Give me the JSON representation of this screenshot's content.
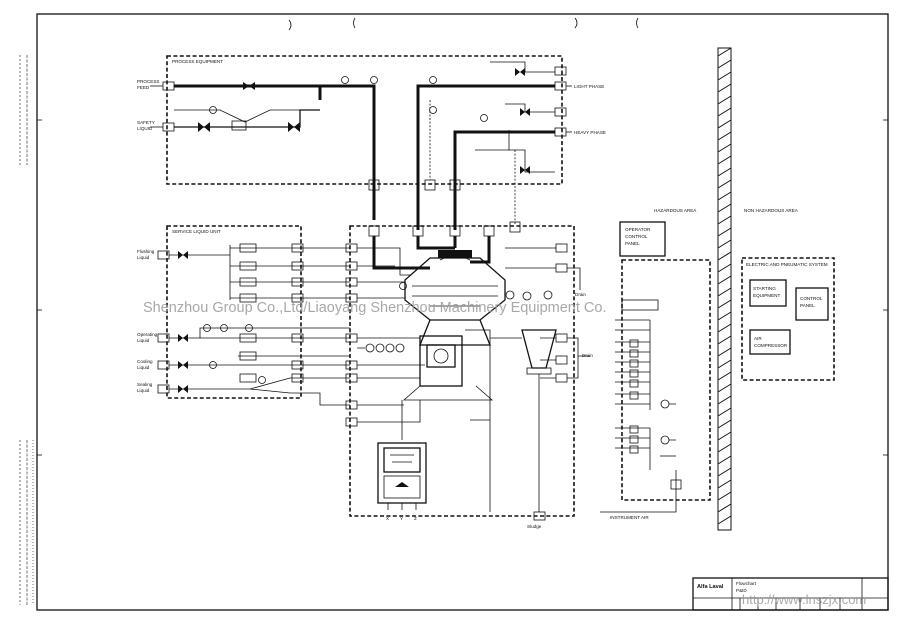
{
  "diagram": {
    "section_labels": {
      "process_equipment": "PROCESS EQUIPMENT",
      "service_liquid": "SERVICE LIQUID UNIT",
      "hazardous_area": "HAZARDOUS AREA",
      "non_hazardous_area": "NON HAZARDOUS AREA",
      "electric_pneumatic": "ELECTRIC AND PNEUMATIC SYSTEM"
    },
    "boxes": {
      "operator_panel": [
        "OPERATOR",
        "CONTROL",
        "PANEL"
      ],
      "starting_equipment": [
        "STARTING",
        "EQUIPMENT"
      ],
      "control_panel": [
        "CONTROL",
        "PANEL"
      ],
      "air_compressor": [
        "AIR",
        "COMPRESSOR"
      ]
    },
    "streams": {
      "process_feed": [
        "PROCESS",
        "FEED"
      ],
      "safety_liquid": [
        "SAFETY",
        "LIQUID"
      ],
      "light_phase": "LIGHT PHASE",
      "heavy_phase": "HEAVY PHASE",
      "flushing_liquid": [
        "Flushing",
        "Liquid"
      ],
      "operating_liquid": [
        "Operating",
        "Liquid"
      ],
      "cooling_liquid": [
        "Cooling",
        "Liquid"
      ],
      "sealing_liquid": [
        "Sealing",
        "Liquid"
      ],
      "drain": "Drain",
      "sludge": "Sludge",
      "drain_right": "Drain",
      "instrument_air": "INSTRUMENT AIR"
    },
    "motor_terminals": [
      "X",
      "Y",
      "Z"
    ],
    "title_block": {
      "company": "Alfa Laval",
      "doc_line_1": "Flowchart",
      "doc_line_2": "P&ID"
    }
  },
  "watermarks": {
    "center": "Shenzhou Group Co.,Ltd/Liaoyang Shenzhou Machinery Equipment Co.",
    "bottom_right": "http://www.lnszjx.com"
  }
}
